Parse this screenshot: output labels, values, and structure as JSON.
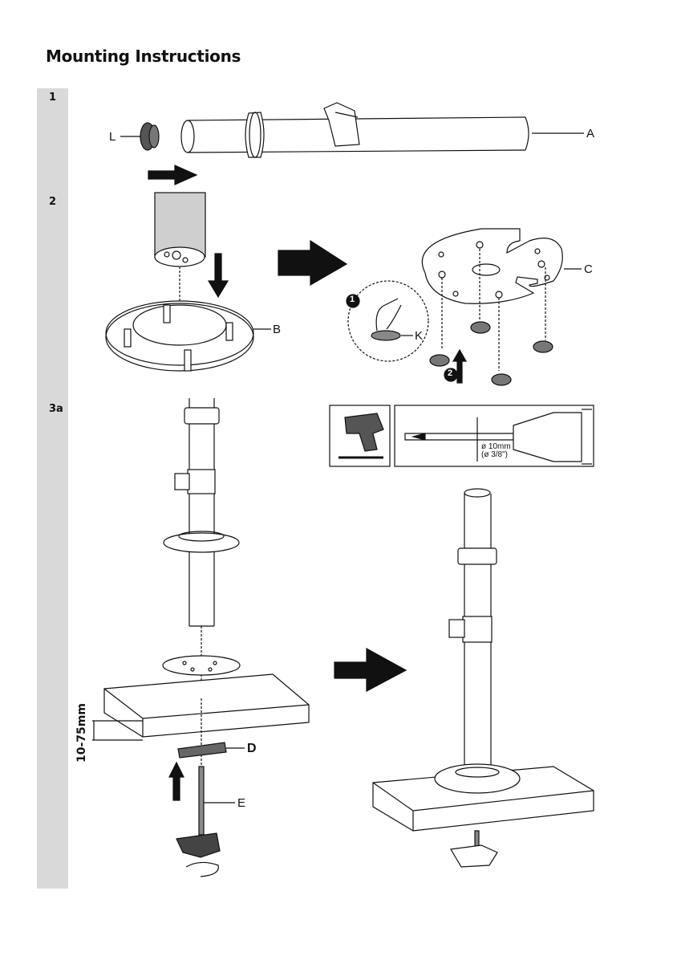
{
  "document": {
    "title": "Mounting Instructions"
  },
  "steps": [
    {
      "number": "1",
      "parts": [
        "L",
        "A"
      ]
    },
    {
      "number": "2",
      "parts": [
        "B",
        "C",
        "K"
      ],
      "callouts": [
        "1",
        "2"
      ]
    },
    {
      "number": "3a",
      "parts": [
        "D",
        "E"
      ]
    }
  ],
  "labels": {
    "L": "L",
    "A": "A",
    "B": "B",
    "C": "C",
    "K": "K",
    "D": "D",
    "E": "E"
  },
  "callouts": {
    "one": "1",
    "two": "2"
  },
  "drill": {
    "diameter_metric": "ø 10mm",
    "diameter_imperial": "(ø 3/8\")"
  },
  "desk": {
    "thickness_range": "10-75mm"
  },
  "colors": {
    "sidebar": "#d9d9d9",
    "ink": "#111111",
    "part_gray": "#6e6e6e"
  }
}
